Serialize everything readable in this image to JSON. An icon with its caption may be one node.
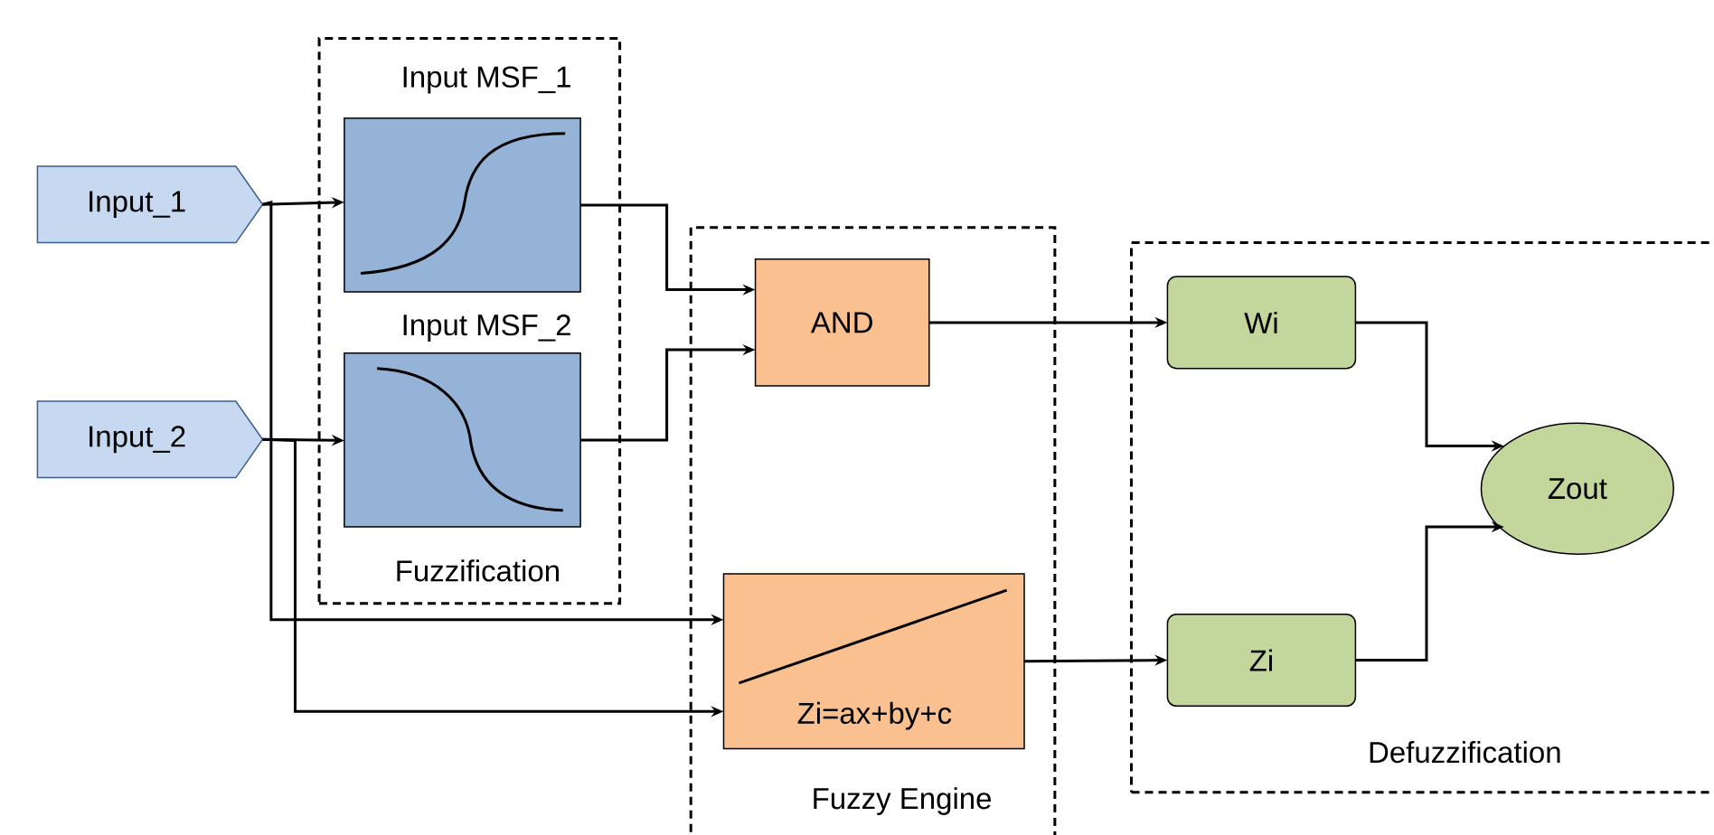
{
  "diagram": {
    "nodes": [
      {
        "text": [
          "Input_1"
        ]
      },
      {
        "text": [
          "Input_2"
        ]
      },
      {
        "text": [
          "Fuzzification"
        ]
      },
      {
        "text": [
          "Input MSF_1"
        ],
        "in": 2
      },
      {
        "text": [
          "Input MSF_2"
        ],
        "in": 2
      },
      {
        "text": [
          "Fuzzy Engine"
        ]
      },
      {
        "text": [
          "AND"
        ],
        "in": 5
      },
      {
        "text": [
          "Zi=ax+by+c"
        ],
        "in": 5
      },
      {
        "text": [
          "Defuzzification"
        ]
      },
      {
        "text": [
          "Wi"
        ],
        "in": 8
      },
      {
        "text": [
          "Zi"
        ],
        "in": 8
      },
      {
        "text": [
          "Zout"
        ],
        "in": 8
      }
    ],
    "edges": [
      {
        "from": 0,
        "to": 3,
        "arrow": "to"
      },
      {
        "from": 0,
        "to": 7,
        "arrow": "to"
      },
      {
        "from": 1,
        "to": 4,
        "arrow": "to"
      },
      {
        "from": 1,
        "to": 7,
        "arrow": "to"
      },
      {
        "from": 3,
        "to": 6,
        "arrow": "to"
      },
      {
        "from": 4,
        "to": 6,
        "arrow": "to"
      },
      {
        "from": 6,
        "to": 9,
        "arrow": "to"
      },
      {
        "from": 7,
        "to": 10,
        "arrow": "to"
      },
      {
        "from": 9,
        "to": 11,
        "arrow": "to"
      },
      {
        "from": 10,
        "to": 11,
        "arrow": "to"
      }
    ]
  }
}
